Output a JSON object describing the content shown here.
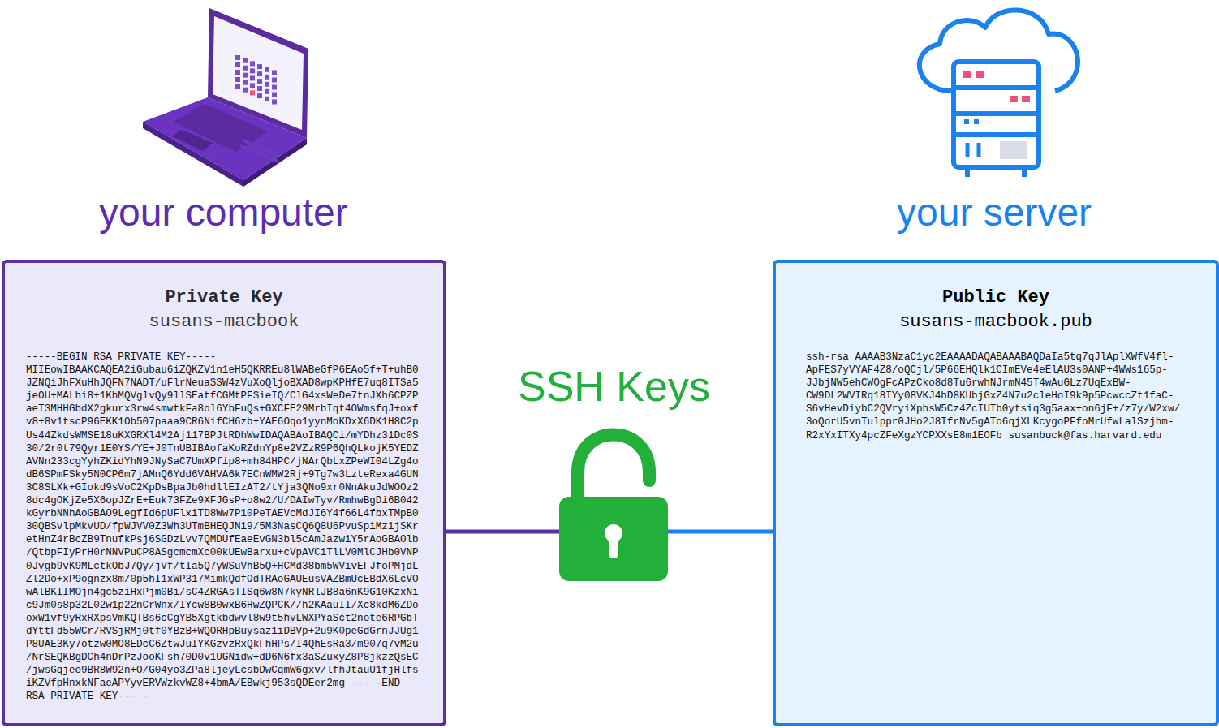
{
  "diagram": {
    "nodes": [
      {
        "text": [
          "Private Key",
          "susans-macbook",
          "-----BEGIN RSA PRIVATE KEY----- MIIEowIBAAKCAQEA2iGubau6iZQKZV1n1eH5QKRREu8lWABeGfP6EAo5f+T+uhB0 JZNQiJhFXuHhJQFN7NADT/uFlrNeuaSSW4zVuXoQljoBXAD8wpKPHfE7uq8ITSa5 jeOU+MALhi8+1KhMQVglvQy9llSEatfCGMtPFSieIQ/ClG4xsWeDe7tnJXh6CPZP aeT3MHHGbdX2gkurx3rw4smwtkFa8ol6YbFuQs+GXCFE29MrbIqt4OWmsfqJ+oxf v8+8v1tscP96EKK1Ob507paaa9CR6NifCH6zb+YAE6Oqo1yynMoKDxX6DK1H8C2p Us44ZkdsWMSE18uKXGRXl4M2Aj117BPJtRDhWwIDAQABAoIBAQCi/mYDhz31Dc0S 30/2r0t79Qyr1E0YS/YE+J0TnUBIBAofaKoRZdnYp8e2VZzR9P6QhQLkojK5YEDZ AVNn233cgYyhZKidYhN9JNySaC7UmXPfip8+mh84HPC/jNArQbLxZPeWI04LZg4o dB6SPmFSky5N0CP6m7jAMnQ6Ydd6VAHVA6k7ECnWMW2Rj+9Tg7w3LzteRexa4GUN 3C8SLXk+GIokd9sVoC2KpDsBpaJb0hdllEIzAT2/tYja3QNo9xr0NnAkuJdWOOz2 8dc4gOKjZe5X6opJZrE+Euk73FZe9XFJGsP+o8w2/U/DAIwTyv/RmhwBgDi6B042 kGyrbNNhAoGBAO9LegfId6pUFlxiTD8Ww7P10PeTAEVcMdJI6Y4f66L4fbxTMpB0 30QBSvlpMkvUD/fpWJVV0Z3Wh3UTmBHEQJNi9/5M3NasCQ6Q8U6PvuSpiMzijSKr etHnZ4rBcZB9TnufkPsj6SGDzLvv7QMDUfEaeEvGN3bl5cAmJazwiY5rAoGBAOlb /QtbpFIyPrH0rNNVPuCP8ASgcmcmXc00kUEwBarxu+cVpAVCiTlLV0MlCJHb0VNP 0Jvgb9vK9MLctkObJ7Qy/jVf/tIa5Q7yWSuVhB5Q+HCMd38bm5WVivEFJfoPMjdL Zl2Do+xP9ognzx8m/0p5hI1xWP317MimkQdfOdTRAoGAUEusVAZBmUcEBdX6LcVO wAlBKIIMOjn4gc5ziHxPjm0Bi/sC4ZRGAsTISq6w8N7kyNRlJB8a6nK9G10KzxNi c9Jm0s8p32L02w1p22nCrWnx/IYcw8B0wxB6HwZQPCK//h2KAauII/Xc8kdM6ZDo oxW1vf9yRxRXpsVmKQTBs6cCgYB5Xgtkbdwvl8w9t5hvLWXPYaSct2note6RPGbT dYttFd55WCr/RVSjRMj0tf0YBzB+WQORHpBuysaz1iDBVp+2u9K0peGdGrnJJUg1 P8UAE3Ky7otzw0MO8EDcC6ZtwJuIYKGzvzRxQkFhHPs/I4QhEsRa3/m907q7vM2u /NrSEQKBgDCh4nDrPzJooKFsh70D0v1UGNidw+dD6N6fx3aSZuxyZ8P8jkzzQsEC /jwsGqjeo9BR8W92n+O/G04yo3ZPa8ljeyLcsbDwCqmW6gxv/lfhJtauU1fjHlfs iKZVfpHnxkNFaeAPYyvERVWzkvWZ8+4bmA/EBwkj953sQDEer2mg -----END RSA PRIVATE KEY-----"
        ]
      },
      {
        "text": [
          "Public Key",
          "susans-macbook.pub",
          "ssh-rsa AAAAB3NzaC1yc2EAAAADAQABAAABAQDaIa5tq7qJlAplXWfV4fl- ApFES7yVYAF4Z8/oQCjl/5P66EHQlk1CImEVe4eElAU3s0ANP+4WWs165p- JJbjNW5ehCWOgFcAPzCko8d8Tu6rwhNJrmN45T4wAuGLz7UqExBW- CW9DL2WVIRq18IYy08VKJ4hD8KUbjGxZ4N7u2cleHoI9k9p5PcwccZt1faC- S6vHevDiybC2QVryiXphsW5Cz4ZcIUTb0ytsiq3g5aax+on6jF+/z7y/W2xw/ 3oQorU5vnTulppr0JHo2J8IfrNv5gATo6qjXLKcygoPFfoMrUfwLalSzjhm- R2xYxITXy4pcZFeXgzYCPXXsE8m1EOFb susanbuck@fas.harvard.edu"
        ]
      }
    ],
    "edges": [
      {
        "from": 0,
        "to": 1,
        "arrow": "none"
      }
    ],
    "labels": [
      "your computer",
      "your server",
      "SSH Keys"
    ]
  }
}
